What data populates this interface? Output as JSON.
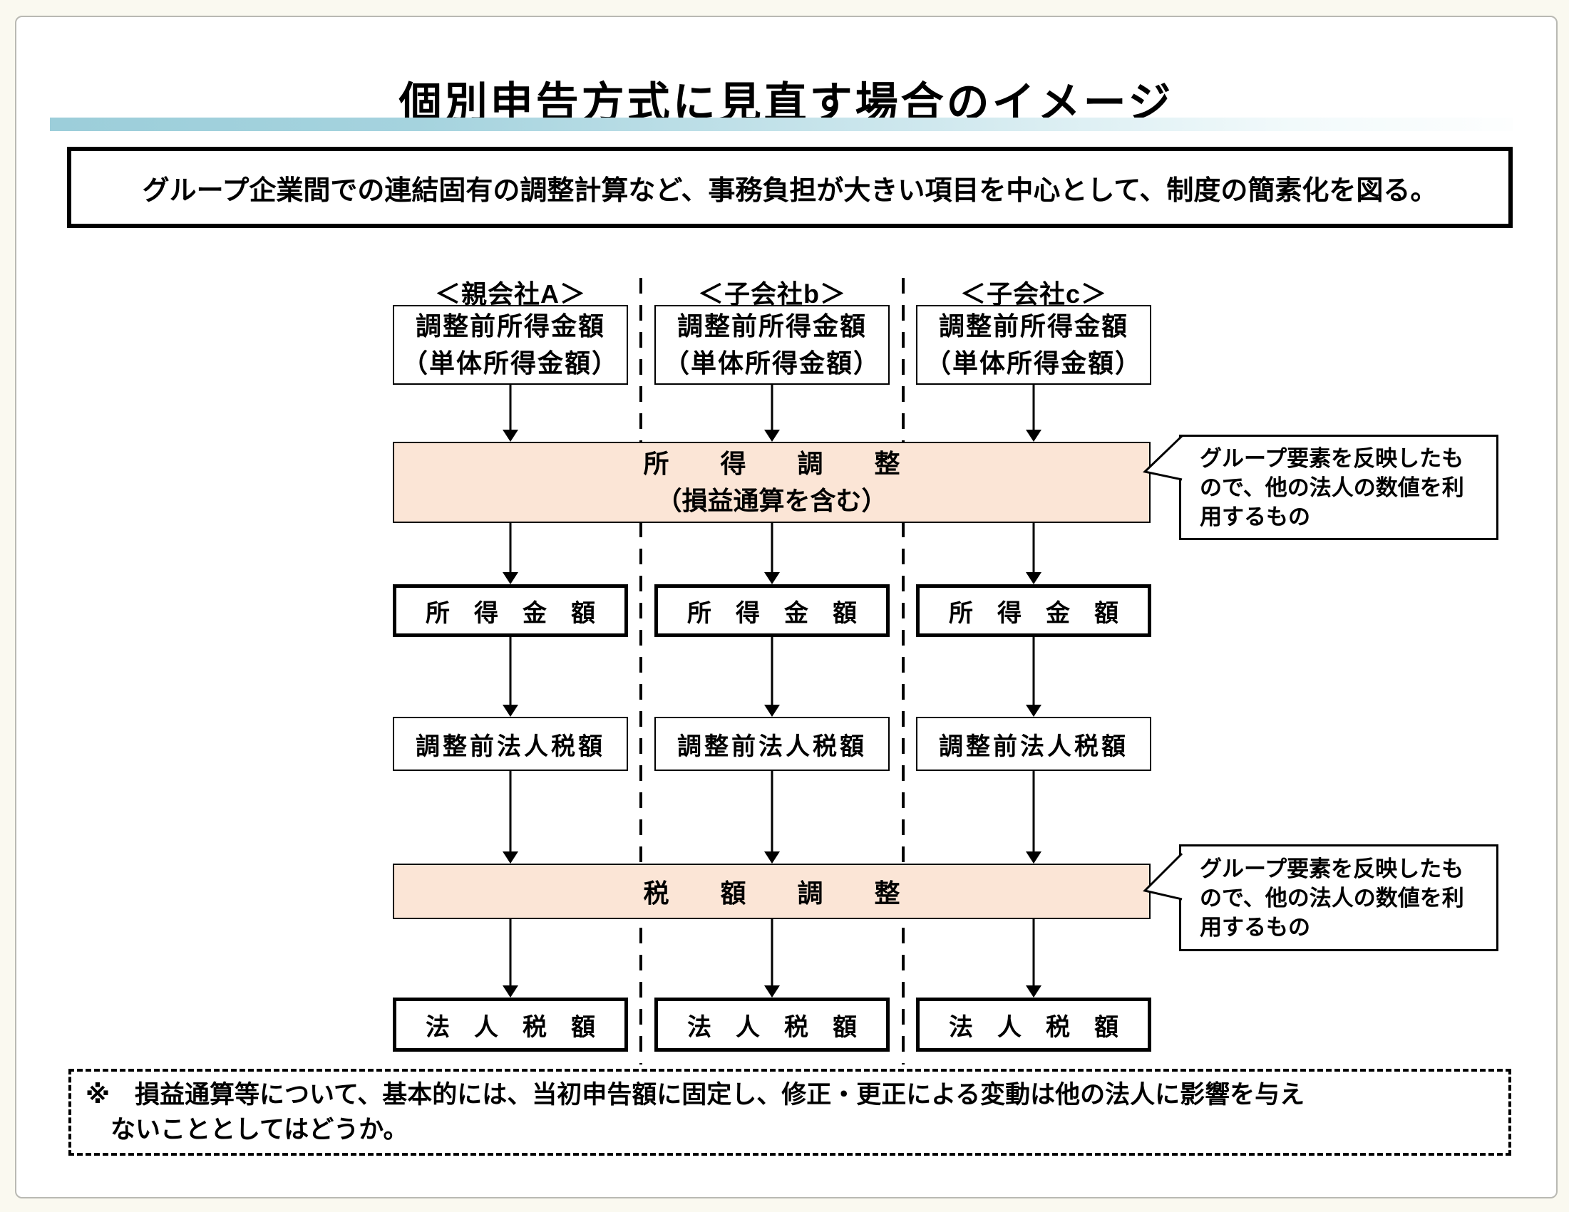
{
  "page": {
    "title": "個別申告方式に見直す場合のイメージ",
    "statement": "グループ企業間での連結固有の調整計算など、事務負担が大きい項目を中心として、制度の簡素化を図る。",
    "note": "※　損益通算等について、基本的には、当初申告額に固定し、修正・更正による変動は他の法人に影響を与え\n　ないこととしてはどうか。"
  },
  "columns": [
    {
      "header": "＜親会社A＞",
      "pre_income": "調整前所得金額\n（単体所得金額）",
      "income": "所　得　金　額",
      "pre_tax": "調整前法人税額",
      "tax": "法　人　税　額"
    },
    {
      "header": "＜子会社b＞",
      "pre_income": "調整前所得金額\n（単体所得金額）",
      "income": "所　得　金　額",
      "pre_tax": "調整前法人税額",
      "tax": "法　人　税　額"
    },
    {
      "header": "＜子会社c＞",
      "pre_income": "調整前所得金額\n（単体所得金額）",
      "income": "所　得　金　額",
      "pre_tax": "調整前法人税額",
      "tax": "法　人　税　額"
    }
  ],
  "adjustments": {
    "income_adjustment": "所　　得　　調　　整\n（損益通算を含む）",
    "tax_adjustment": "税　　額　　調　　整"
  },
  "callouts": {
    "income": "グループ要素を反映したも\nので、他の法人の数値を利\n用するもの",
    "tax": "グループ要素を反映したも\nので、他の法人の数値を利\n用するもの"
  },
  "colors": {
    "adjustment_fill": "#fbe5d6",
    "title_bar_blue": "#9cceda",
    "border_black": "#000000",
    "page_background": "#ffffff",
    "outer_background": "#faf9f0"
  }
}
